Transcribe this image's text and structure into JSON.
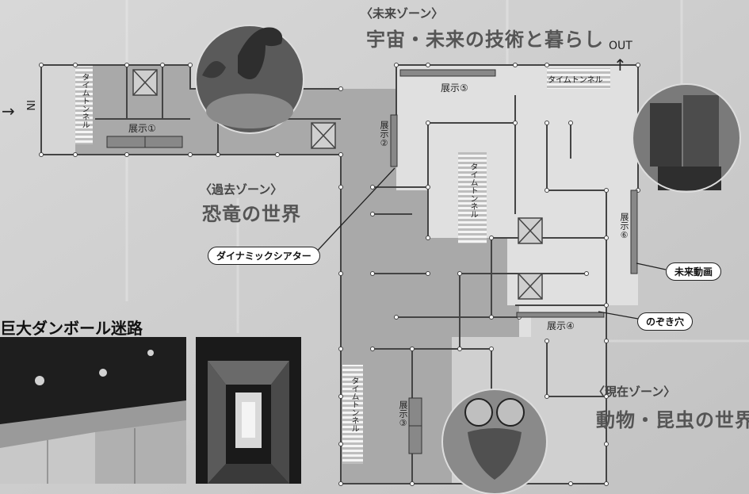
{
  "zones": {
    "future": {
      "sub": "〈未来ゾーン〉",
      "title": "宇宙・未来の技術と暮らし"
    },
    "past": {
      "sub": "〈過去ゾーン〉",
      "title": "恐竜の世界"
    },
    "present": {
      "sub": "〈現在ゾーン〉",
      "title": "動物・昆虫の世界"
    }
  },
  "entrance": {
    "arrow": "→",
    "label": "IN"
  },
  "exit": {
    "label": "OUT",
    "arrow": "↑"
  },
  "exhibits": {
    "e1": "展示①",
    "e2": "展示②",
    "e3": "展示③",
    "e4": "展示④",
    "e5": "展示⑤",
    "e6": "展示⑥"
  },
  "time_tunnel": "タイムトンネル",
  "callouts": {
    "theater": "ダイナミックシアター",
    "future_video": "未来動画",
    "peephole": "のぞき穴"
  },
  "maze_photos": {
    "title": "巨大ダンボール迷路"
  },
  "colors": {
    "dark_floor": "#a8a8a8",
    "light_floor": "#e2e2e2",
    "wall": "#444444"
  },
  "icons": [
    "dinosaur-photo",
    "building-photo",
    "spider-photo"
  ]
}
